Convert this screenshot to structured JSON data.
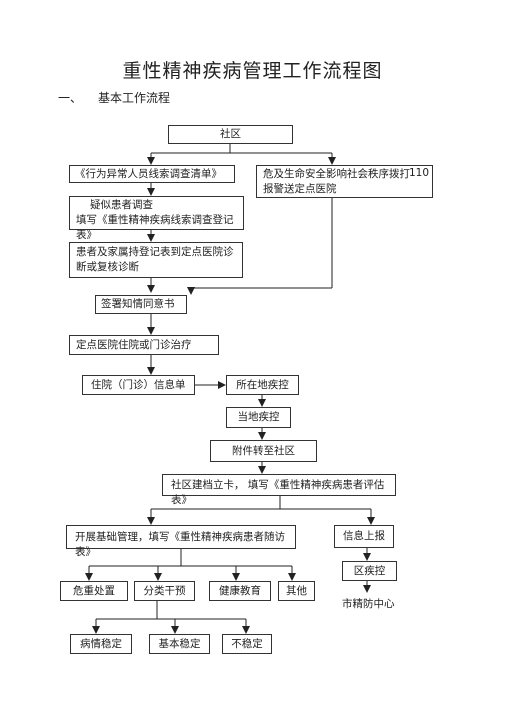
{
  "page": {
    "title": "重性精神疾病管理工作流程图",
    "section_number": "一、",
    "section_title": "基本工作流程"
  },
  "flowchart": {
    "community": "社区",
    "questionnaire": "《行为异常人员线索调查清单》",
    "danger_text": "危及生命安全影响社会秩序拨打",
    "danger_number": "110",
    "danger_text_2": "报警送定点医院",
    "suspect_line1": "疑似患者调查",
    "suspect_line2": "填写《重性精神疾病线索调查登记表》",
    "family_line1": "患者及家属持登记表到定点医院诊",
    "family_line2": "断或复核诊断",
    "consent": "签署知情同意书",
    "treatment": "定点医院住院或门诊治疗",
    "info_sheet": "住院（门诊）信息单",
    "local_cdc": "所在地疾控",
    "current_cdc": "当地疾控",
    "transfer": "附件转至社区",
    "archive": "社区建档立卡，   填写《重性精神疾病患者评估表》",
    "management": "开展基础管理，填写《重性精神疾病患者随访表》",
    "report": "信息上报",
    "district_cdc": "区疾控",
    "city_center": "市精防中心",
    "crisis": "危重处置",
    "classified": "分类干预",
    "health_edu": "健康教育",
    "other": "其他",
    "stable": "病情稳定",
    "basic_stable": "基本稳定",
    "unstable": "不稳定"
  }
}
